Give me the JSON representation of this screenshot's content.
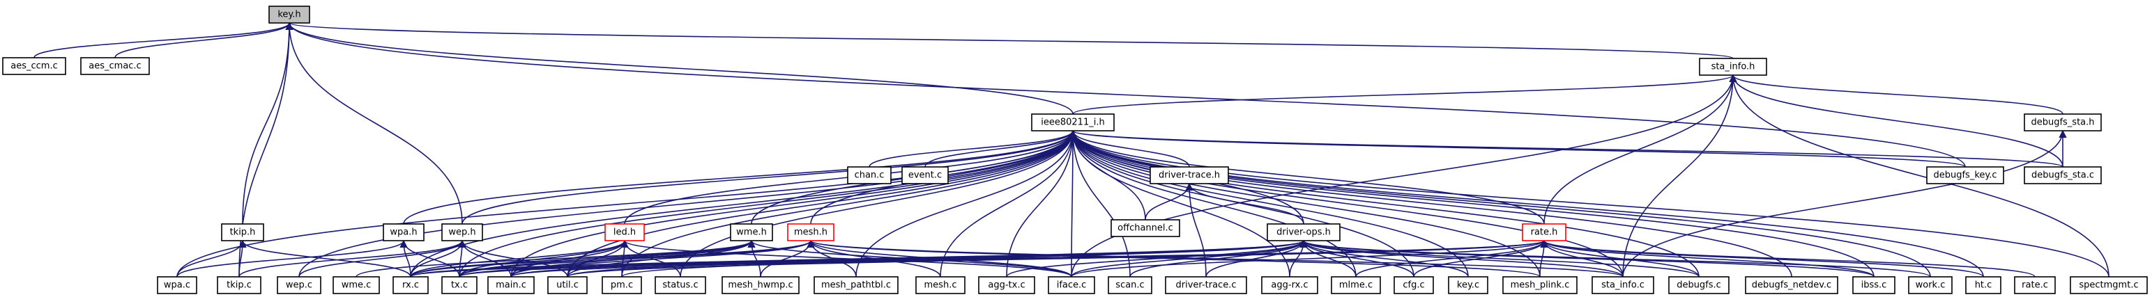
{
  "graph": {
    "nodes": [
      {
        "id": "key_h",
        "label": "key.h",
        "style": "root"
      },
      {
        "id": "aes_ccm_c",
        "label": "aes_ccm.c"
      },
      {
        "id": "aes_cmac_c",
        "label": "aes_cmac.c"
      },
      {
        "id": "sta_info_h",
        "label": "sta_info.h"
      },
      {
        "id": "ieee80211_i_h",
        "label": "ieee80211_i.h"
      },
      {
        "id": "debugfs_sta_h",
        "label": "debugfs_sta.h"
      },
      {
        "id": "chan_c",
        "label": "chan.c"
      },
      {
        "id": "event_c",
        "label": "event.c"
      },
      {
        "id": "driver_trace_h",
        "label": "driver-trace.h"
      },
      {
        "id": "debugfs_key_c",
        "label": "debugfs_key.c"
      },
      {
        "id": "debugfs_sta_c",
        "label": "debugfs_sta.c"
      },
      {
        "id": "offchannel_c",
        "label": "offchannel.c"
      },
      {
        "id": "tkip_h",
        "label": "tkip.h"
      },
      {
        "id": "wpa_h",
        "label": "wpa.h"
      },
      {
        "id": "wep_h",
        "label": "wep.h"
      },
      {
        "id": "led_h",
        "label": "led.h",
        "style": "red"
      },
      {
        "id": "wme_h",
        "label": "wme.h"
      },
      {
        "id": "mesh_h",
        "label": "mesh.h",
        "style": "red"
      },
      {
        "id": "driver_ops_h",
        "label": "driver-ops.h"
      },
      {
        "id": "rate_h",
        "label": "rate.h",
        "style": "red"
      },
      {
        "id": "wpa_c",
        "label": "wpa.c"
      },
      {
        "id": "tkip_c",
        "label": "tkip.c"
      },
      {
        "id": "wep_c",
        "label": "wep.c"
      },
      {
        "id": "wme_c",
        "label": "wme.c"
      },
      {
        "id": "rx_c",
        "label": "rx.c"
      },
      {
        "id": "tx_c",
        "label": "tx.c"
      },
      {
        "id": "main_c",
        "label": "main.c"
      },
      {
        "id": "util_c",
        "label": "util.c"
      },
      {
        "id": "pm_c",
        "label": "pm.c"
      },
      {
        "id": "status_c",
        "label": "status.c"
      },
      {
        "id": "mesh_hwmp_c",
        "label": "mesh_hwmp.c"
      },
      {
        "id": "mesh_pathtbl_c",
        "label": "mesh_pathtbl.c"
      },
      {
        "id": "mesh_c",
        "label": "mesh.c"
      },
      {
        "id": "agg_tx_c",
        "label": "agg-tx.c"
      },
      {
        "id": "iface_c",
        "label": "iface.c"
      },
      {
        "id": "scan_c",
        "label": "scan.c"
      },
      {
        "id": "driver_trace_c",
        "label": "driver-trace.c"
      },
      {
        "id": "agg_rx_c",
        "label": "agg-rx.c"
      },
      {
        "id": "mlme_c",
        "label": "mlme.c"
      },
      {
        "id": "cfg_c",
        "label": "cfg.c"
      },
      {
        "id": "key_c",
        "label": "key.c"
      },
      {
        "id": "mesh_plink_c",
        "label": "mesh_plink.c"
      },
      {
        "id": "sta_info_c",
        "label": "sta_info.c"
      },
      {
        "id": "debugfs_c",
        "label": "debugfs.c"
      },
      {
        "id": "debugfs_netdev_c",
        "label": "debugfs_netdev.c"
      },
      {
        "id": "ibss_c",
        "label": "ibss.c"
      },
      {
        "id": "work_c",
        "label": "work.c"
      },
      {
        "id": "ht_c",
        "label": "ht.c"
      },
      {
        "id": "rate_c",
        "label": "rate.c"
      },
      {
        "id": "spectmgmt_c",
        "label": "spectmgmt.c"
      }
    ],
    "edges": [
      [
        "aes_ccm_c",
        "key_h"
      ],
      [
        "aes_cmac_c",
        "key_h"
      ],
      [
        "sta_info_h",
        "key_h"
      ],
      [
        "ieee80211_i_h",
        "key_h"
      ],
      [
        "tkip_h",
        "key_h"
      ],
      [
        "wep_h",
        "key_h"
      ],
      [
        "tkip_c",
        "key_h"
      ],
      [
        "debugfs_key_c",
        "key_h"
      ],
      [
        "ieee80211_i_h",
        "sta_info_h"
      ],
      [
        "debugfs_sta_h",
        "sta_info_h"
      ],
      [
        "debugfs_sta_c",
        "sta_info_h"
      ],
      [
        "rate_h",
        "sta_info_h"
      ],
      [
        "sta_info_c",
        "sta_info_h"
      ],
      [
        "iface_c",
        "sta_info_h"
      ],
      [
        "spectmgmt_c",
        "sta_info_h"
      ],
      [
        "debugfs_sta_c",
        "debugfs_sta_h"
      ],
      [
        "sta_info_c",
        "debugfs_sta_h"
      ],
      [
        "chan_c",
        "ieee80211_i_h"
      ],
      [
        "event_c",
        "ieee80211_i_h"
      ],
      [
        "driver_trace_h",
        "ieee80211_i_h"
      ],
      [
        "debugfs_key_c",
        "ieee80211_i_h"
      ],
      [
        "debugfs_sta_c",
        "ieee80211_i_h"
      ],
      [
        "offchannel_c",
        "ieee80211_i_h"
      ],
      [
        "wpa_h",
        "ieee80211_i_h"
      ],
      [
        "wep_h",
        "ieee80211_i_h"
      ],
      [
        "led_h",
        "ieee80211_i_h"
      ],
      [
        "wme_h",
        "ieee80211_i_h"
      ],
      [
        "mesh_h",
        "ieee80211_i_h"
      ],
      [
        "driver_ops_h",
        "ieee80211_i_h"
      ],
      [
        "rate_h",
        "ieee80211_i_h"
      ],
      [
        "wpa_c",
        "ieee80211_i_h"
      ],
      [
        "wep_c",
        "ieee80211_i_h"
      ],
      [
        "rx_c",
        "ieee80211_i_h"
      ],
      [
        "tx_c",
        "ieee80211_i_h"
      ],
      [
        "main_c",
        "ieee80211_i_h"
      ],
      [
        "util_c",
        "ieee80211_i_h"
      ],
      [
        "pm_c",
        "ieee80211_i_h"
      ],
      [
        "status_c",
        "ieee80211_i_h"
      ],
      [
        "mesh_pathtbl_c",
        "ieee80211_i_h"
      ],
      [
        "mesh_c",
        "ieee80211_i_h"
      ],
      [
        "agg_tx_c",
        "ieee80211_i_h"
      ],
      [
        "iface_c",
        "ieee80211_i_h"
      ],
      [
        "scan_c",
        "ieee80211_i_h"
      ],
      [
        "agg_rx_c",
        "ieee80211_i_h"
      ],
      [
        "mlme_c",
        "ieee80211_i_h"
      ],
      [
        "cfg_c",
        "ieee80211_i_h"
      ],
      [
        "key_c",
        "ieee80211_i_h"
      ],
      [
        "mesh_plink_c",
        "ieee80211_i_h"
      ],
      [
        "sta_info_c",
        "ieee80211_i_h"
      ],
      [
        "debugfs_c",
        "ieee80211_i_h"
      ],
      [
        "debugfs_netdev_c",
        "ieee80211_i_h"
      ],
      [
        "ibss_c",
        "ieee80211_i_h"
      ],
      [
        "work_c",
        "ieee80211_i_h"
      ],
      [
        "ht_c",
        "ieee80211_i_h"
      ],
      [
        "spectmgmt_c",
        "ieee80211_i_h"
      ],
      [
        "offchannel_c",
        "driver_trace_h"
      ],
      [
        "driver_ops_h",
        "driver_trace_h"
      ],
      [
        "driver_trace_c",
        "driver_trace_h"
      ],
      [
        "tkip_c",
        "tkip_h"
      ],
      [
        "wpa_c",
        "tkip_h"
      ],
      [
        "rx_c",
        "tkip_h"
      ],
      [
        "wpa_c",
        "wpa_h"
      ],
      [
        "rx_c",
        "wpa_h"
      ],
      [
        "tx_c",
        "wpa_h"
      ],
      [
        "tkip_c",
        "wep_h"
      ],
      [
        "wep_c",
        "wep_h"
      ],
      [
        "rx_c",
        "wep_h"
      ],
      [
        "tx_c",
        "wep_h"
      ],
      [
        "main_c",
        "wep_h"
      ],
      [
        "util_c",
        "wep_h"
      ],
      [
        "rx_c",
        "led_h"
      ],
      [
        "tx_c",
        "led_h"
      ],
      [
        "main_c",
        "led_h"
      ],
      [
        "util_c",
        "led_h"
      ],
      [
        "pm_c",
        "led_h"
      ],
      [
        "status_c",
        "led_h"
      ],
      [
        "iface_c",
        "led_h"
      ],
      [
        "wme_c",
        "wme_h"
      ],
      [
        "rx_c",
        "wme_h"
      ],
      [
        "tx_c",
        "wme_h"
      ],
      [
        "main_c",
        "wme_h"
      ],
      [
        "util_c",
        "wme_h"
      ],
      [
        "mesh_hwmp_c",
        "wme_h"
      ],
      [
        "iface_c",
        "wme_h"
      ],
      [
        "rx_c",
        "mesh_h"
      ],
      [
        "tx_c",
        "mesh_h"
      ],
      [
        "main_c",
        "mesh_h"
      ],
      [
        "mesh_hwmp_c",
        "mesh_h"
      ],
      [
        "mesh_pathtbl_c",
        "mesh_h"
      ],
      [
        "mesh_c",
        "mesh_h"
      ],
      [
        "iface_c",
        "mesh_h"
      ],
      [
        "mesh_plink_c",
        "mesh_h"
      ],
      [
        "sta_info_c",
        "mesh_h"
      ],
      [
        "rx_c",
        "driver_ops_h"
      ],
      [
        "tx_c",
        "driver_ops_h"
      ],
      [
        "main_c",
        "driver_ops_h"
      ],
      [
        "util_c",
        "driver_ops_h"
      ],
      [
        "pm_c",
        "driver_ops_h"
      ],
      [
        "agg_tx_c",
        "driver_ops_h"
      ],
      [
        "iface_c",
        "driver_ops_h"
      ],
      [
        "scan_c",
        "driver_ops_h"
      ],
      [
        "driver_trace_c",
        "driver_ops_h"
      ],
      [
        "agg_rx_c",
        "driver_ops_h"
      ],
      [
        "mlme_c",
        "driver_ops_h"
      ],
      [
        "cfg_c",
        "driver_ops_h"
      ],
      [
        "key_c",
        "driver_ops_h"
      ],
      [
        "sta_info_c",
        "driver_ops_h"
      ],
      [
        "debugfs_c",
        "driver_ops_h"
      ],
      [
        "ibss_c",
        "driver_ops_h"
      ],
      [
        "work_c",
        "driver_ops_h"
      ],
      [
        "rx_c",
        "rate_h"
      ],
      [
        "tx_c",
        "rate_h"
      ],
      [
        "main_c",
        "rate_h"
      ],
      [
        "util_c",
        "rate_h"
      ],
      [
        "iface_c",
        "rate_h"
      ],
      [
        "mlme_c",
        "rate_h"
      ],
      [
        "cfg_c",
        "rate_h"
      ],
      [
        "mesh_plink_c",
        "rate_h"
      ],
      [
        "sta_info_c",
        "rate_h"
      ],
      [
        "debugfs_c",
        "rate_h"
      ],
      [
        "ibss_c",
        "rate_h"
      ],
      [
        "ht_c",
        "rate_h"
      ],
      [
        "rate_c",
        "rate_h"
      ]
    ]
  }
}
